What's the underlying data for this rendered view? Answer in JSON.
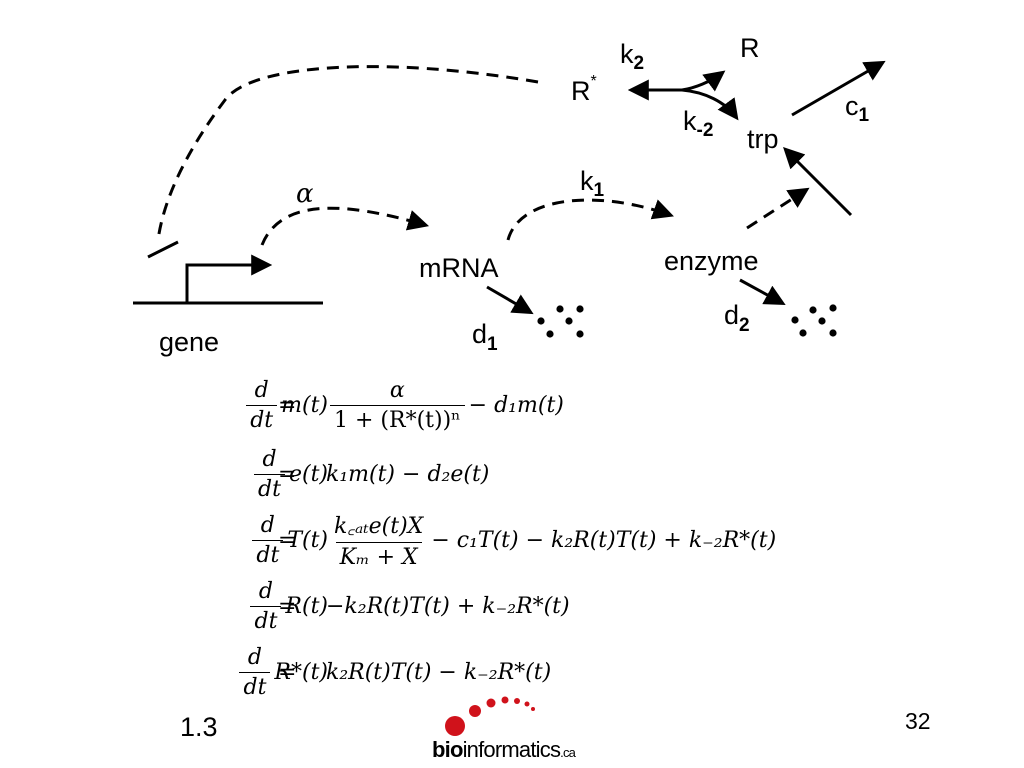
{
  "diagram": {
    "nodes": {
      "gene": "gene",
      "mrna": "mRNA",
      "enzyme": "enzyme",
      "trp": "trp",
      "r": "R",
      "r_star_base": "R",
      "r_star_sup": "*"
    },
    "rates": {
      "alpha": "α",
      "k1": "k",
      "k1_sub": "1",
      "k2": "k",
      "k2_sub": "2",
      "km2": "k",
      "km2_sub": "-2",
      "c1": "c",
      "c1_sub": "1",
      "d1": "d",
      "d1_sub": "1",
      "d2": "d",
      "d2_sub": "2"
    }
  },
  "equations": [
    {
      "lhs_num": "d",
      "lhs_den": "dt",
      "lhs_fn": "m(t)",
      "op": "=",
      "rhs_num": "α",
      "rhs_den": "1 + (R*(t))ⁿ",
      "rhs_tail": "− d₁m(t)"
    },
    {
      "lhs_num": "d",
      "lhs_den": "dt",
      "lhs_fn": "e(t)",
      "op": "=",
      "rhs": "k₁m(t) − d₂e(t)"
    },
    {
      "lhs_num": "d",
      "lhs_den": "dt",
      "lhs_fn": "T(t)",
      "op": "=",
      "rhs_num": "k꜀ₐₜe(t)X",
      "rhs_den": "Kₘ + X",
      "rhs_tail": "− c₁T(t) − k₂R(t)T(t) + k₋₂R*(t)"
    },
    {
      "lhs_num": "d",
      "lhs_den": "dt",
      "lhs_fn": "R(t)",
      "op": "=",
      "rhs": "−k₂R(t)T(t) + k₋₂R*(t)"
    },
    {
      "lhs_num": "d",
      "lhs_den": "dt",
      "lhs_fn": "R*(t)",
      "op": "=",
      "rhs": "k₂R(t)T(t) − k₋₂R*(t)"
    }
  ],
  "footer": {
    "section": "1.3",
    "page_number": "32",
    "logo_bold": "bio",
    "logo_main": "informatics",
    "logo_suffix": ".ca"
  },
  "colors": {
    "logo_red": "#d0121b",
    "ink": "#000000"
  }
}
